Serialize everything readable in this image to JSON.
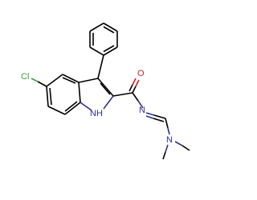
{
  "molecule": {
    "atoms": {
      "chlorine": "Cl",
      "oxygen": "O",
      "indole_nh": "NH",
      "imine_n": "N",
      "amine_n": "N"
    },
    "colors": {
      "carbon_bond": "#000000",
      "nitrogen": "#2e3192",
      "chlorine": "#3aa23a",
      "oxygen": "#cc2222"
    }
  }
}
